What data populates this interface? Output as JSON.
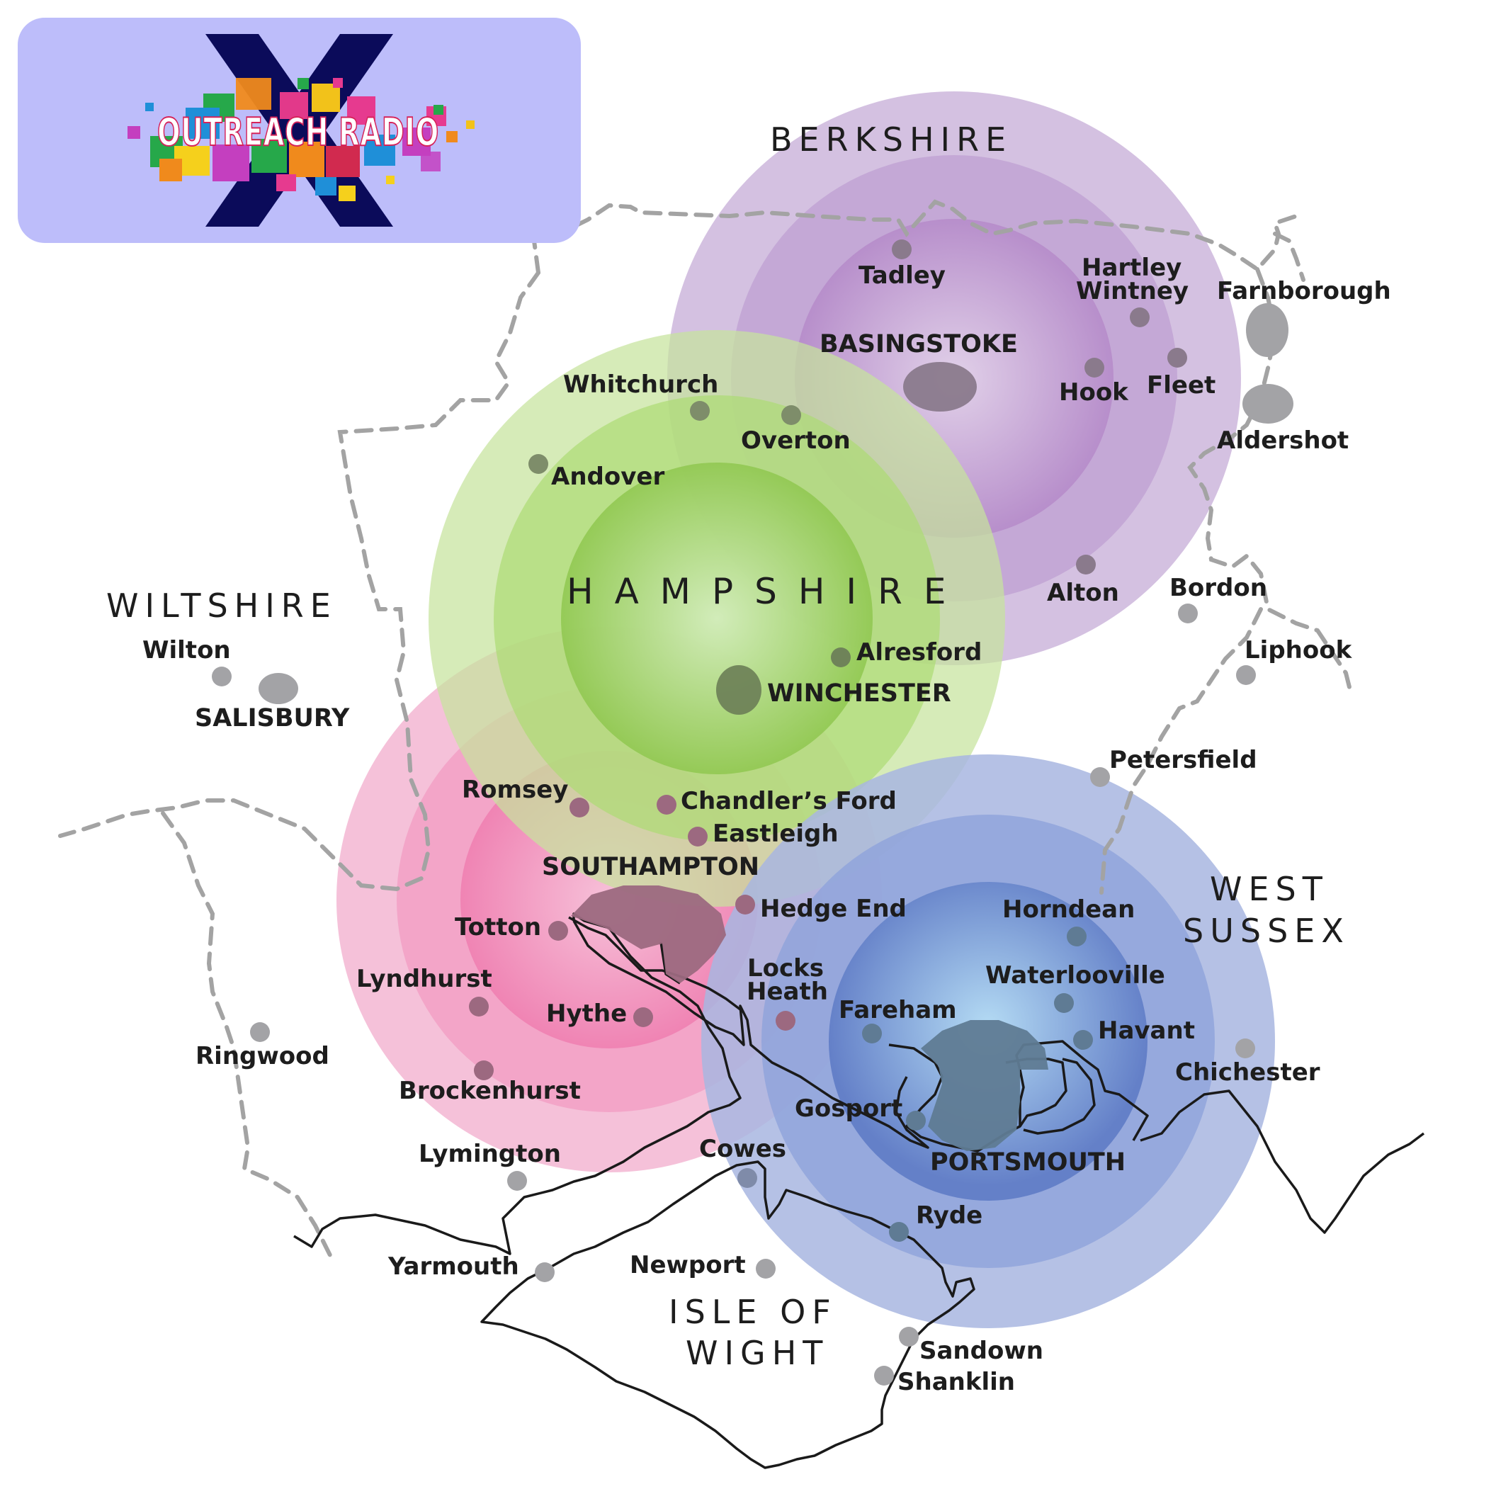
{
  "logo": {
    "text": "OUTREACH RADIO",
    "mark": "X",
    "background": "#bdbdfa",
    "mark_color": "#0b0b5a"
  },
  "regions": {
    "berkshire": "BERKSHIRE",
    "wiltshire": "WILTSHIRE",
    "hampshire": "HAMPSHIRE",
    "west_sussex_1": "WEST",
    "west_sussex_2": "SUSSEX",
    "isle_of_wight_1": "ISLE OF",
    "isle_of_wight_2": "WIGHT"
  },
  "coverage_areas": [
    {
      "name": "Basingstoke",
      "color": "#9f6fb6"
    },
    {
      "name": "Winchester",
      "color": "#8ec74f"
    },
    {
      "name": "Southampton",
      "color": "#ee6fa6"
    },
    {
      "name": "Portsmouth",
      "color": "#5d77c2"
    }
  ],
  "cities": {
    "basingstoke": "BASINGSTOKE",
    "winchester": "WINCHESTER",
    "southampton": "SOUTHAMPTON",
    "portsmouth": "PORTSMOUTH",
    "salisbury": "SALISBURY"
  },
  "towns": {
    "tadley": "Tadley",
    "hartley1": "Hartley",
    "hartley2": "Wintney",
    "farnborough": "Farnborough",
    "hook": "Hook",
    "fleet": "Fleet",
    "aldershot": "Aldershot",
    "whitchurch": "Whitchurch",
    "overton": "Overton",
    "andover": "Andover",
    "alton": "Alton",
    "bordon": "Bordon",
    "liphook": "Liphook",
    "wilton": "Wilton",
    "alresford": "Alresford",
    "petersfield": "Petersfield",
    "romsey": "Romsey",
    "chandlers_ford": "Chandler’s Ford",
    "eastleigh": "Eastleigh",
    "hedge_end": "Hedge End",
    "horndean": "Horndean",
    "totton": "Totton",
    "lyndhurst": "Lyndhurst",
    "locks1": "Locks",
    "locks2": "Heath",
    "waterlooville": "Waterlooville",
    "hythe": "Hythe",
    "fareham": "Fareham",
    "havant": "Havant",
    "ringwood": "Ringwood",
    "chichester": "Chichester",
    "brockenhurst": "Brockenhurst",
    "gosport": "Gosport",
    "lymington": "Lymington",
    "cowes": "Cowes",
    "ryde": "Ryde",
    "yarmouth": "Yarmouth",
    "newport": "Newport",
    "sandown": "Sandown",
    "shanklin": "Shanklin"
  }
}
